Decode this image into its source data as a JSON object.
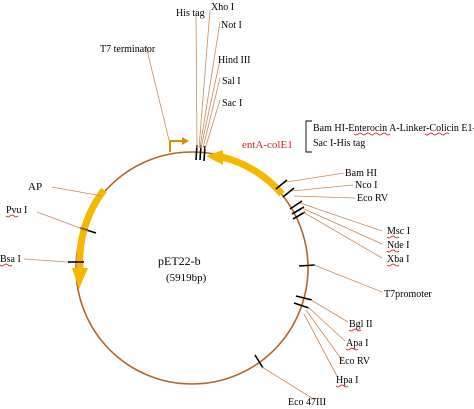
{
  "plasmid": {
    "name": "pET22-b",
    "size": "(5919bp)"
  },
  "insert": {
    "name": "entA-colE1",
    "description_line1": "Bam HI-Enterocin A-Linker-Colicin E1-",
    "description_line2": "Sac I-His tag"
  },
  "sites": {
    "his_tag": "His tag",
    "xho_i": "Xho I",
    "not_i": "Not I",
    "t7_terminator": "T7 terminator",
    "hind_iii": "Hind III",
    "sal_i": "Sal I",
    "sac_i": "Sac I",
    "bam_hi": "Bam HI",
    "nco_i": "Nco I",
    "eco_rv_top": "Eco RV",
    "msc_i": "Msc I",
    "nde_i": "Nde I",
    "xba_i": "Xba I",
    "t7_promoter": "T7promoter",
    "bgl_ii": "Bgl II",
    "apa_i": "Apa I",
    "eco_rv_bottom": "Eco RV",
    "hpa_i": "Hpa I",
    "eco_47iii": "Eco 47III",
    "ap": "AP",
    "pvu_i": "Pvu I",
    "bsa_i": "Bsa I"
  },
  "colors": {
    "backbone": "#b5652a",
    "feature_arrow": "#f5b800",
    "t7_arrow": "#e08a00",
    "insert_label": "#e02020",
    "callout_line": "#c98a5a"
  }
}
